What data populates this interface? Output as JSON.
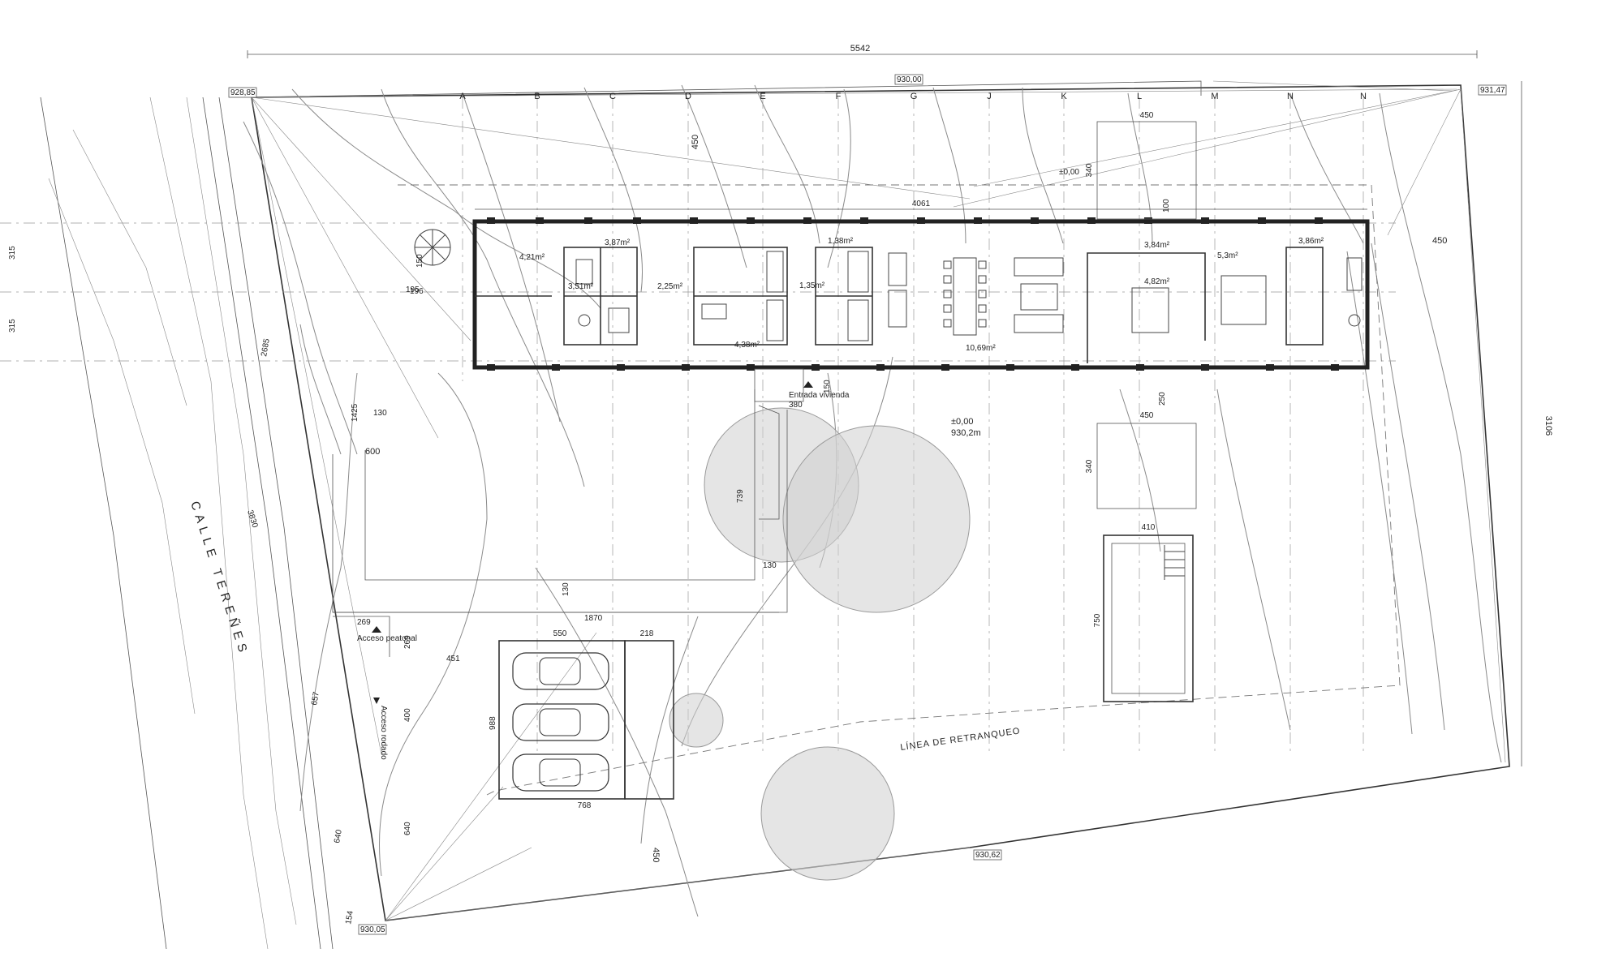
{
  "drawing": {
    "street_name": "CALLE TEREÑES",
    "setback_label": "LÍNEA DE RETRANQUEO",
    "house_entrance": "Entrada vivienda",
    "pedestrian_access": "Acceso peatonal",
    "vehicle_access": "Acceso rodado",
    "floor_level": "±0,00",
    "floor_altitude": "930,2m",
    "upper_slab": "±0,00"
  },
  "grid_axes": [
    "A",
    "B",
    "C",
    "D",
    "E",
    "F",
    "G",
    "J",
    "K",
    "L",
    "M",
    "N",
    "N"
  ],
  "elevations": {
    "nw_corner": "928,85",
    "north_mid": "930,00",
    "ne_corner": "931,47",
    "south_mid": "930,62",
    "sw_corner": "930,05"
  },
  "dimensions": {
    "total_width": "5542",
    "total_height": "3106",
    "building_length": "4061",
    "street_frontage": "3830",
    "top_setback": "450",
    "right_setback": "450",
    "bottom_setback": "450",
    "left_setback": "600",
    "module_upper": "315",
    "module_lower": "315",
    "pool_block_width": "450",
    "pool_block_depth": "340",
    "pool_gap": "250",
    "pool_width": "410",
    "pool_length": "750",
    "north_block_width": "450",
    "north_block_depth": "340",
    "north_block_gap": "100",
    "access_path_length": "1870",
    "path_width_a": "130",
    "path_width_b": "130",
    "path_width_c": "130",
    "entry_width": "380",
    "entry_depth": "150",
    "ramp_length": "739",
    "garage_width": "550",
    "garage_annex": "218",
    "garage_depth": "768",
    "garage_side": "988",
    "pedestrian_width": "269",
    "pedestrian_depth": "269",
    "pedestrian_offset": "451",
    "vehicle_gate": "400",
    "side_1425": "1425",
    "side_2685": "2685",
    "side_657": "657",
    "side_640a": "640",
    "side_640b": "640",
    "side_196": "196",
    "side_150": "150",
    "side_154": "154",
    "stair_dim": "195"
  },
  "rooms": {
    "room_a": "4,21m²",
    "room_b": "3,87m²",
    "room_c": "3,51m²",
    "room_d": "2,25m²",
    "room_e": "1,35m²",
    "room_f": "4,38m²",
    "room_g": "1,38m²",
    "room_h": "10,69m²",
    "room_i": "3,84m²",
    "room_j": "4,82m²",
    "room_k": "3,86m²",
    "room_l": "5,3m²"
  },
  "colors": {
    "ink": "#222222",
    "tree_fill": "#cfcfcf",
    "contour": "#8a8a8a"
  }
}
